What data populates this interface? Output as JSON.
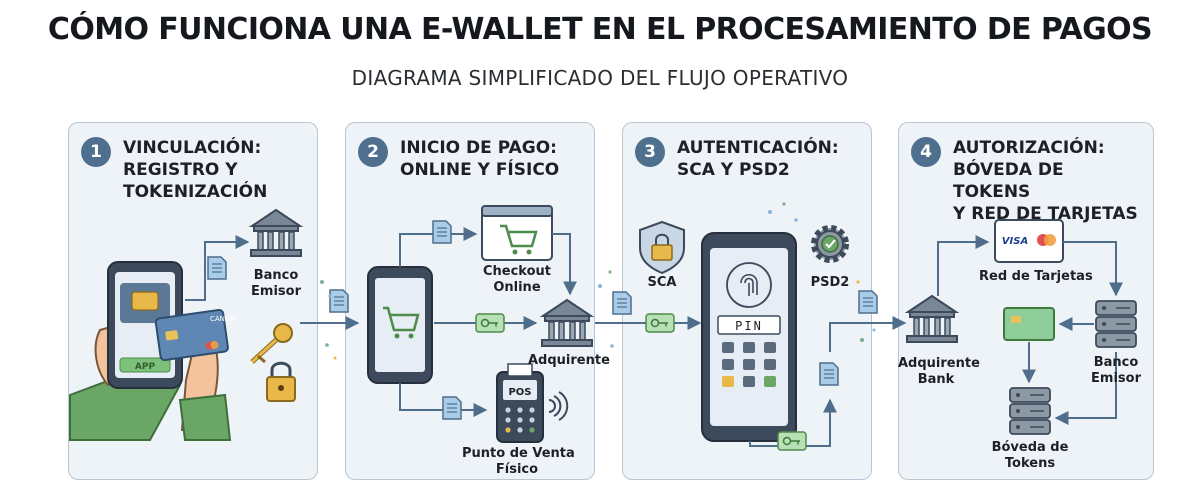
{
  "title": "CÓMO FUNCIONA UNA E-WALLET EN EL PROCESAMIENTO DE PAGOS",
  "subtitle": "DIAGRAMA SIMPLIFICADO DEL FLUJO OPERATIVO",
  "colors": {
    "panel_bg": "#eef3f8",
    "badge": "#4e6f8e",
    "arrow": "#4f6e8c",
    "phone": "#3c4a5c",
    "green": "#6aa665"
  },
  "steps": [
    {
      "number": "1",
      "title_lines": [
        "VINCULACIÓN:",
        "REGISTRO Y",
        "TOKENIZACIÓN"
      ],
      "labels": {
        "bank": [
          "Banco",
          "Emisor"
        ],
        "card_text": "CANOM",
        "app": "APP"
      }
    },
    {
      "number": "2",
      "title_lines": [
        "INICIO DE PAGO:",
        "ONLINE Y FÍSICO"
      ],
      "labels": {
        "checkout": [
          "Checkout",
          "Online"
        ],
        "acquirer": "Adquirente",
        "pos_screen": "POS",
        "pos": [
          "Punto de Venta",
          "Físico"
        ]
      }
    },
    {
      "number": "3",
      "title_lines": [
        "AUTENTICACIÓN:",
        "SCA Y PSD2"
      ],
      "labels": {
        "sca": "SCA",
        "psd2": "PSD2",
        "pin": "PIN"
      }
    },
    {
      "number": "4",
      "title_lines": [
        "AUTORIZACIÓN:",
        "BÓVEDA DE TOKENS",
        "Y RED DE TARJETAS"
      ],
      "labels": {
        "visa": "VISA",
        "network": "Red de Tarjetas",
        "acquirer": [
          "Adquirente",
          "Bank"
        ],
        "issuer": [
          "Banco",
          "Emisor"
        ],
        "vault": [
          "Bóveda de",
          "Tokens"
        ]
      }
    }
  ]
}
